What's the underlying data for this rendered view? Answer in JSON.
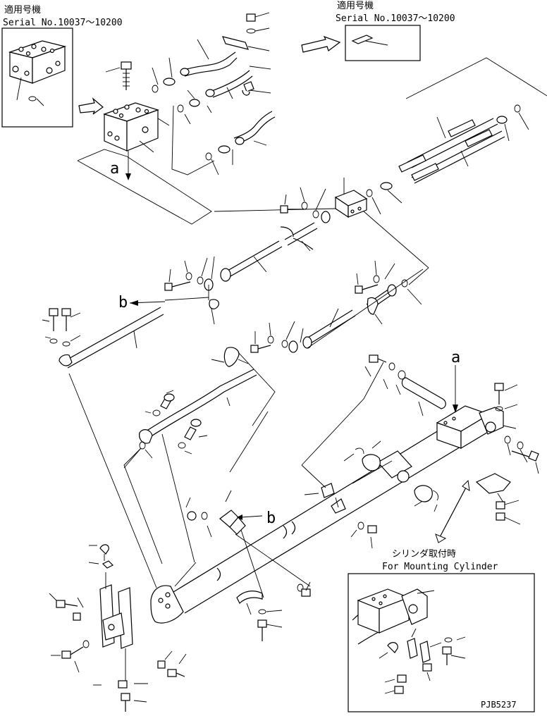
{
  "inset_top_left": {
    "title_jp": "適用号機",
    "serial": "Serial No.10037～10200"
  },
  "inset_top_right": {
    "title_jp": "適用号機",
    "serial": "Serial No.10037～10200"
  },
  "inset_bottom_right": {
    "title_jp": "シリンダ取付時",
    "title_en": "For Mounting Cylinder"
  },
  "view_markers": {
    "a_top": "a",
    "a_right": "a",
    "b_left": "b",
    "b_mid": "b"
  },
  "drawing_code": "PJB5237"
}
